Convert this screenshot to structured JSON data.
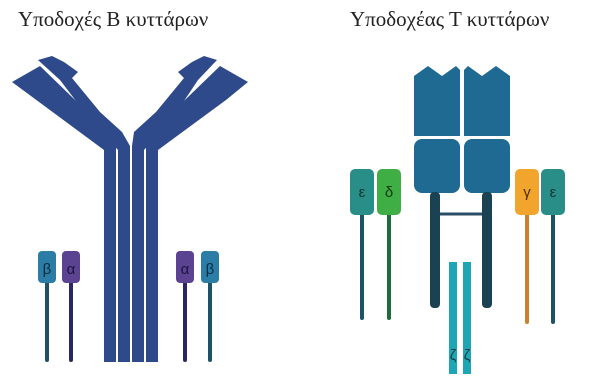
{
  "bcr": {
    "title": "Υποδοχές Β κυττάρων",
    "chains": {
      "left_1": "β",
      "left_2": "α",
      "right_1": "α",
      "right_2": "β"
    }
  },
  "tcr": {
    "title": "Υποδοχέας Τ κυττάρων",
    "chains": {
      "left_1": "ε",
      "left_2": "δ",
      "right_1": "γ",
      "right_2": "ε",
      "zeta_1": "ζ",
      "zeta_2": "ζ"
    }
  },
  "colors": {
    "antibody": "#2e4a8a",
    "tcr_body": "#1f6a93",
    "tcr_stalk": "#1a4252",
    "beta": "#2b7da6",
    "alpha": "#5c4391",
    "epsilon": "#2a8e88",
    "delta": "#3fae44",
    "gamma": "#f2a52d",
    "zeta": "#1fa6b4"
  }
}
